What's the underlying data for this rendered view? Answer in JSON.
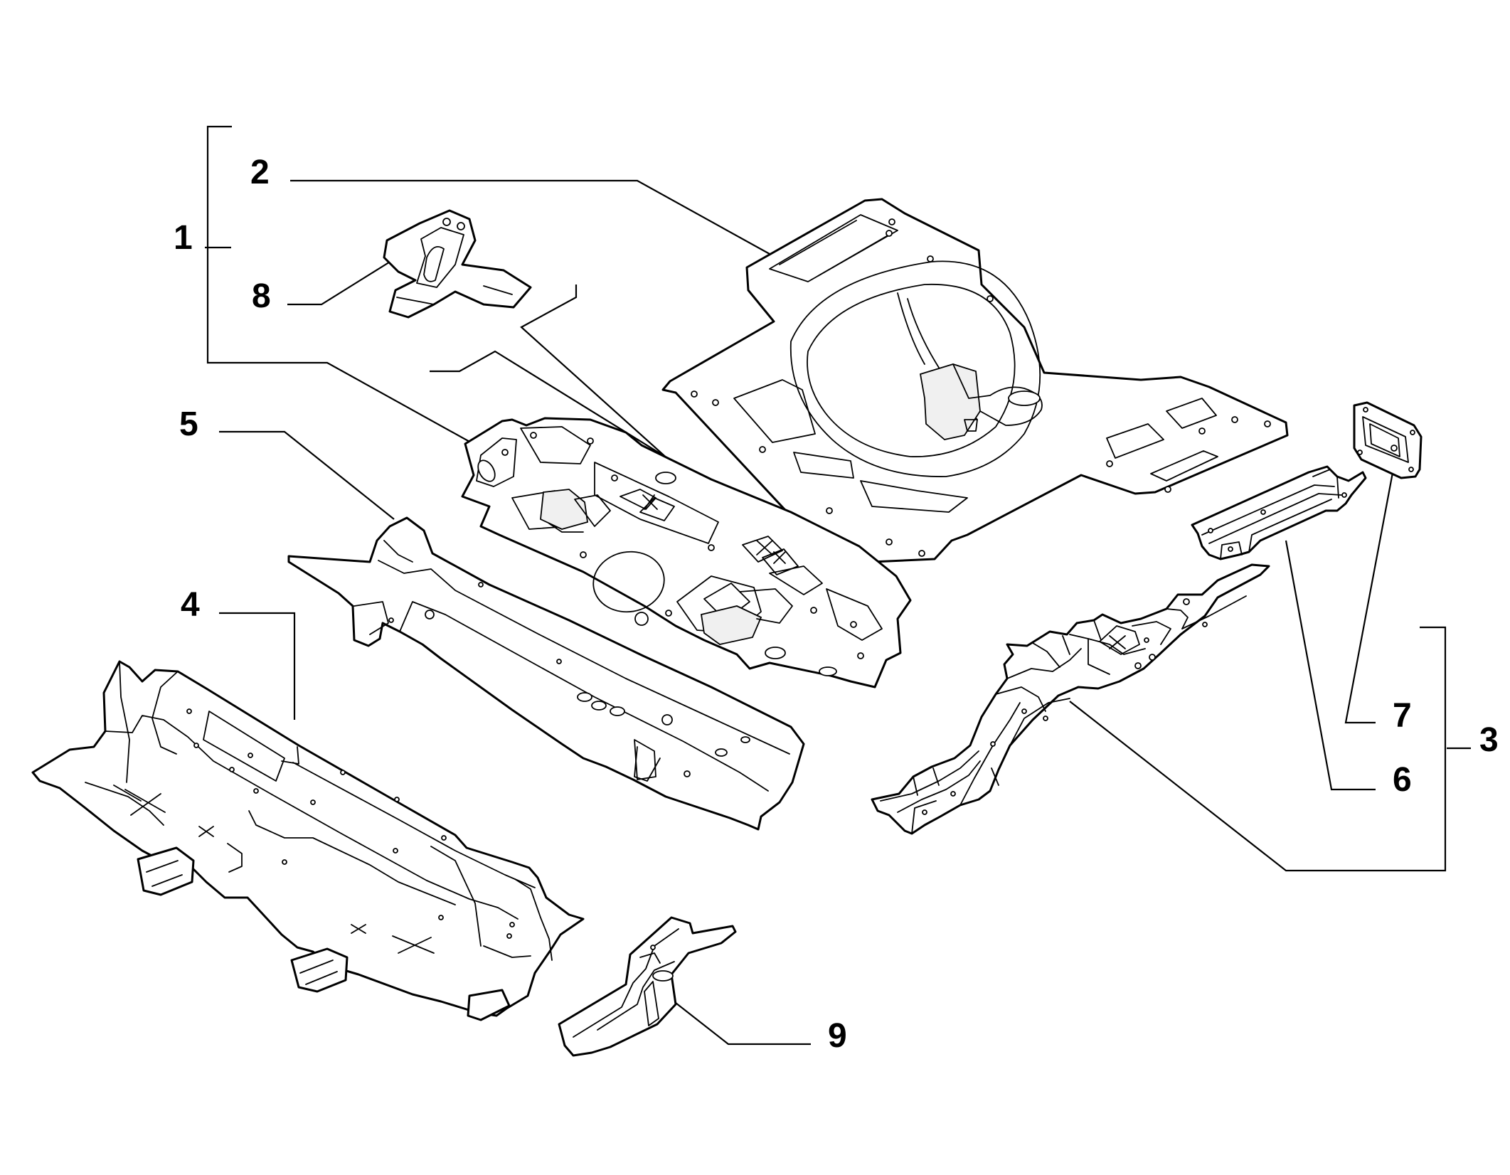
{
  "diagram": {
    "callouts": [
      {
        "id": "1",
        "label": "1"
      },
      {
        "id": "2",
        "label": "2"
      },
      {
        "id": "3",
        "label": "3"
      },
      {
        "id": "4",
        "label": "4"
      },
      {
        "id": "5",
        "label": "5"
      },
      {
        "id": "6",
        "label": "6"
      },
      {
        "id": "7",
        "label": "7"
      },
      {
        "id": "8",
        "label": "8"
      },
      {
        "id": "9",
        "label": "9"
      }
    ],
    "colors": {
      "ink": "#000000",
      "paper": "#ffffff"
    }
  }
}
